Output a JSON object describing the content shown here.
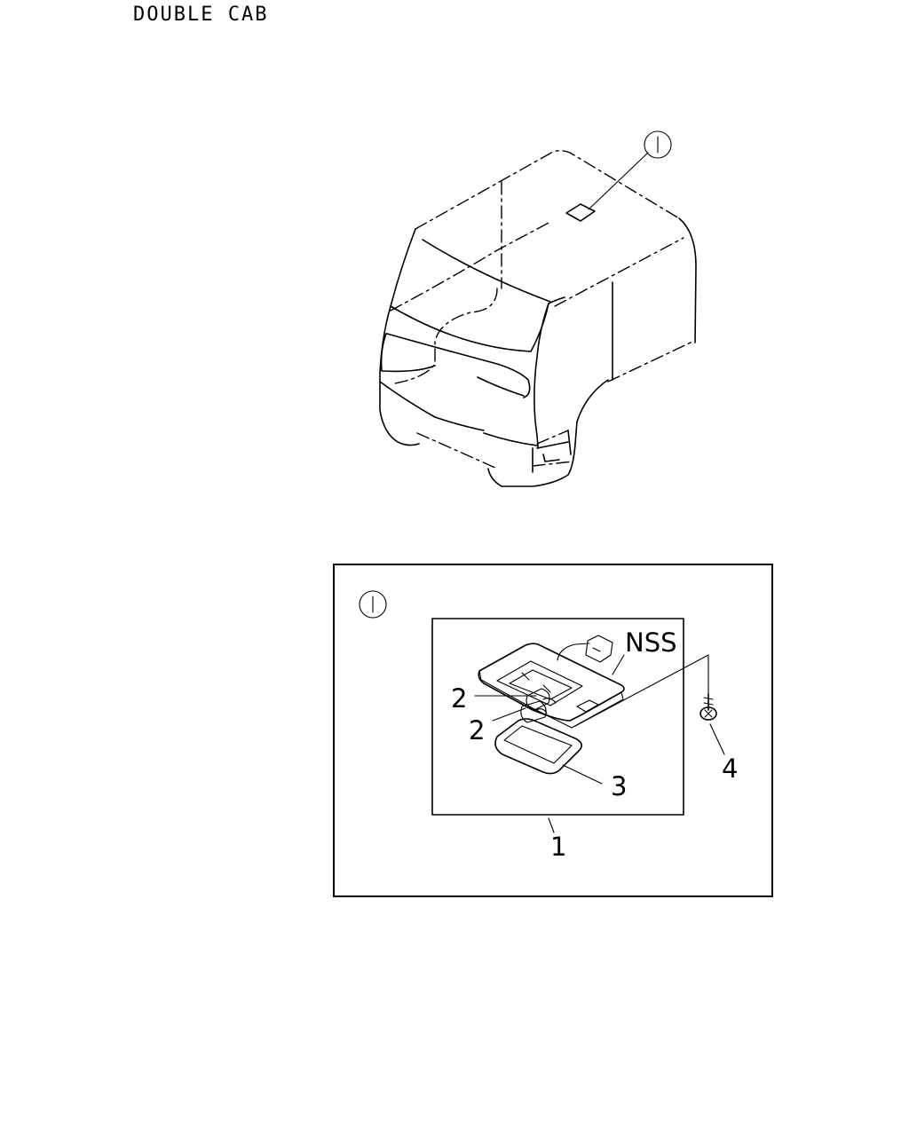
{
  "title": "DOUBLE CAB",
  "detail_ref": "I",
  "callouts": {
    "assembly": "1",
    "bulb_upper": "2",
    "bulb_lower": "2",
    "lens": "3",
    "screw": "4",
    "nss": "NSS"
  }
}
